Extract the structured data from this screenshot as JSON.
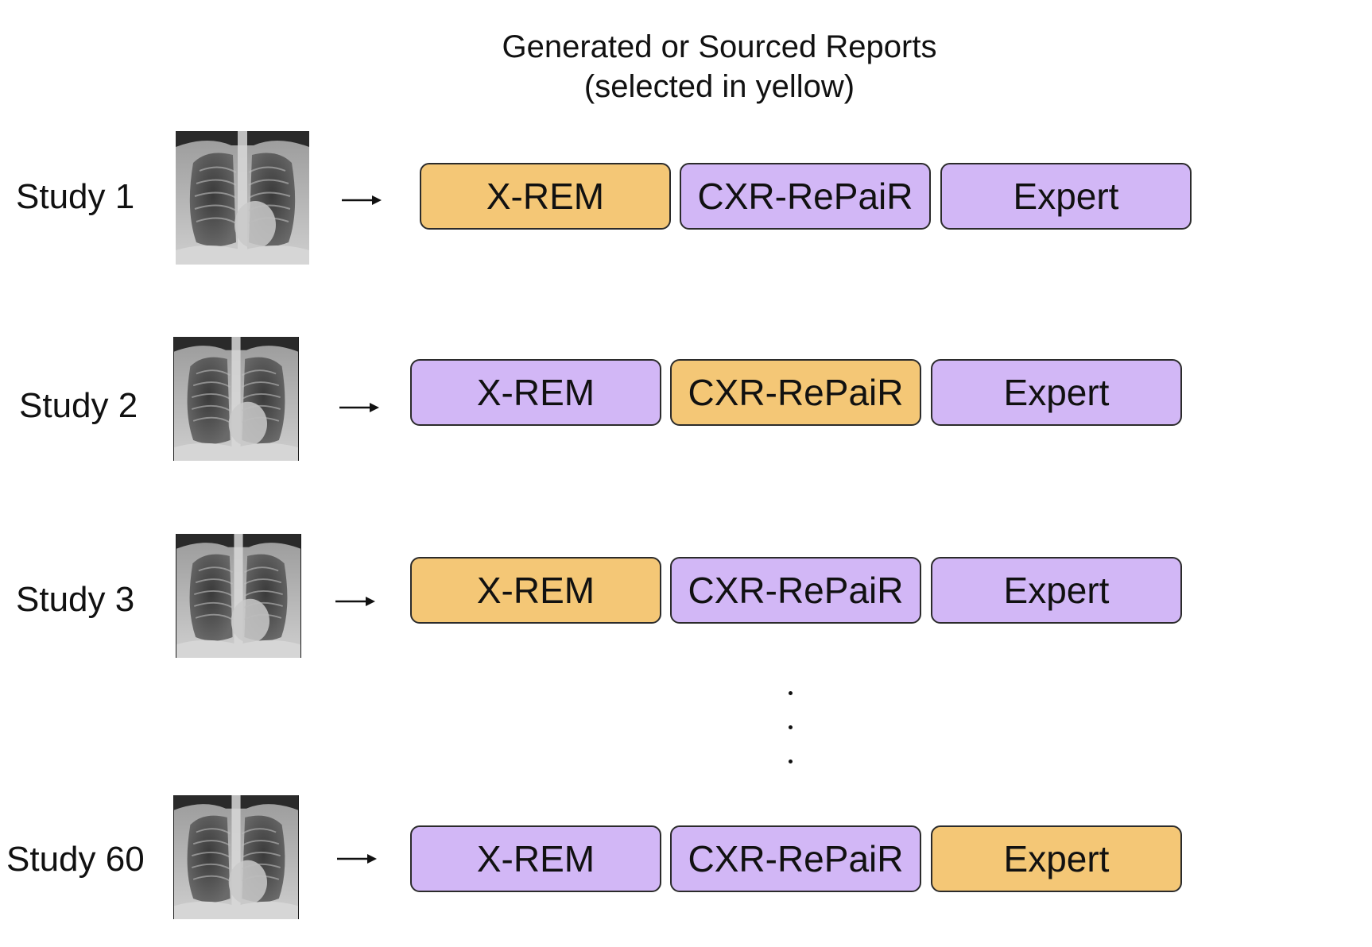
{
  "title": {
    "line1": "Generated or Sourced Reports",
    "line2": "(selected in yellow)"
  },
  "colors": {
    "selected": "#F4C776",
    "unselected": "#D2B7F6",
    "border": "#2b2b2b"
  },
  "studies": [
    {
      "label": "Study 1",
      "reports": [
        {
          "label": "X-REM",
          "selected": true
        },
        {
          "label": "CXR-RePaiR",
          "selected": false
        },
        {
          "label": "Expert",
          "selected": false
        }
      ]
    },
    {
      "label": "Study 2",
      "reports": [
        {
          "label": "X-REM",
          "selected": false
        },
        {
          "label": "CXR-RePaiR",
          "selected": true
        },
        {
          "label": "Expert",
          "selected": false
        }
      ]
    },
    {
      "label": "Study 3",
      "reports": [
        {
          "label": "X-REM",
          "selected": true
        },
        {
          "label": "CXR-RePaiR",
          "selected": false
        },
        {
          "label": "Expert",
          "selected": false
        }
      ]
    },
    {
      "label": "Study 60",
      "reports": [
        {
          "label": "X-REM",
          "selected": false
        },
        {
          "label": "CXR-RePaiR",
          "selected": false
        },
        {
          "label": "Expert",
          "selected": true
        }
      ]
    }
  ],
  "ellipsis_icon": "vertical-ellipsis",
  "arrow_icon": "right-arrow",
  "xray_icon": "chest-xray-image"
}
